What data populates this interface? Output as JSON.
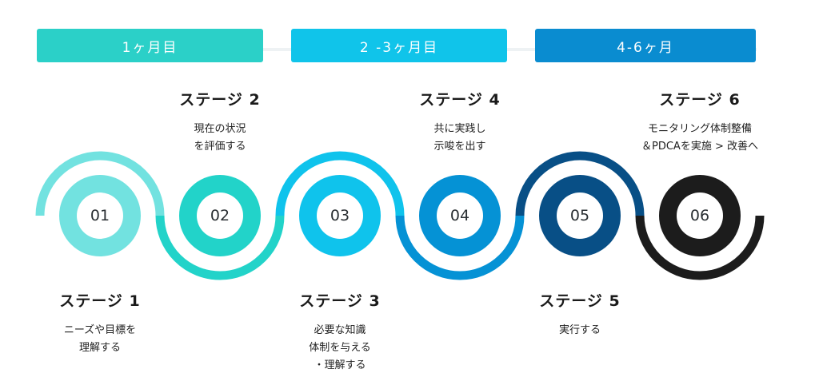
{
  "phases": [
    {
      "label": "1ヶ月目",
      "color": "#2bd0c8"
    },
    {
      "label": "2 -3ヶ月目",
      "color": "#10c4ea"
    },
    {
      "label": "4-6ヶ月",
      "color": "#0a8cd0"
    }
  ],
  "stages": [
    {
      "num": "01",
      "title": "ステージ 1",
      "desc": [
        "ニーズや目標を",
        "理解する"
      ],
      "color": "#72e2e0"
    },
    {
      "num": "02",
      "title": "ステージ 2",
      "desc": [
        "現在の状況",
        "を評価する"
      ],
      "color": "#22d3c9"
    },
    {
      "num": "03",
      "title": "ステージ 3",
      "desc": [
        "必要な知識",
        "体制を与える",
        "・理解する"
      ],
      "color": "#0fc3ec"
    },
    {
      "num": "04",
      "title": "ステージ 4",
      "desc": [
        "共に実践し",
        "示唆を出す"
      ],
      "color": "#0592d5"
    },
    {
      "num": "05",
      "title": "ステージ 5",
      "desc": [
        "実行する"
      ],
      "color": "#084f86"
    },
    {
      "num": "06",
      "title": "ステージ 6",
      "desc": [
        "モニタリング体制整備",
        "＆PDCAを実施 > 改善へ"
      ],
      "color": "#1c1c1c"
    }
  ]
}
